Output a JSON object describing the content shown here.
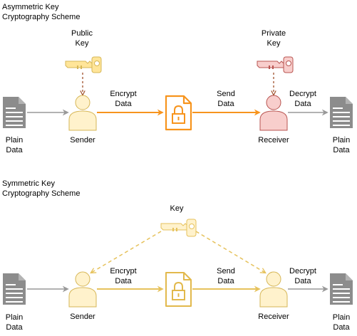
{
  "asymmetric": {
    "title_line1": "Asymmetric Key",
    "title_line2": "Cryptography Scheme",
    "public_key_line1": "Public",
    "public_key_line2": "Key",
    "private_key_line1": "Private",
    "private_key_line2": "Key",
    "encrypt_line1": "Encrypt",
    "encrypt_line2": "Data",
    "send_line1": "Send",
    "send_line2": "Data",
    "decrypt_line1": "Decrypt",
    "decrypt_line2": "Data",
    "plain_left_line1": "Plain",
    "plain_left_line2": "Data",
    "plain_right_line1": "Plain",
    "plain_right_line2": "Data",
    "sender": "Sender",
    "receiver": "Receiver"
  },
  "symmetric": {
    "title_line1": "Symmetric Key",
    "title_line2": "Cryptography Scheme",
    "key": "Key",
    "encrypt_line1": "Encrypt",
    "encrypt_line2": "Data",
    "send_line1": "Send",
    "send_line2": "Data",
    "decrypt_line1": "Decrypt",
    "decrypt_line2": "Data",
    "plain_left_line1": "Plain",
    "plain_left_line2": "Data",
    "plain_right_line1": "Plain",
    "plain_right_line2": "Data",
    "sender": "Sender",
    "receiver": "Receiver"
  },
  "colors": {
    "doc_gray": "#8c8c8c",
    "arrow_gray": "#999999",
    "orange": "#f7941d",
    "person_fill": "#fff2cc",
    "person_stroke": "#d6b656",
    "public_key_fill": "#ffe599",
    "public_key_stroke": "#d6b656",
    "private_key_fill": "#f8cecc",
    "private_key_stroke": "#b85450",
    "dashed_brown": "#a0522d",
    "sym_line": "#e6c25c",
    "sym_lock": "#e2b94c"
  }
}
